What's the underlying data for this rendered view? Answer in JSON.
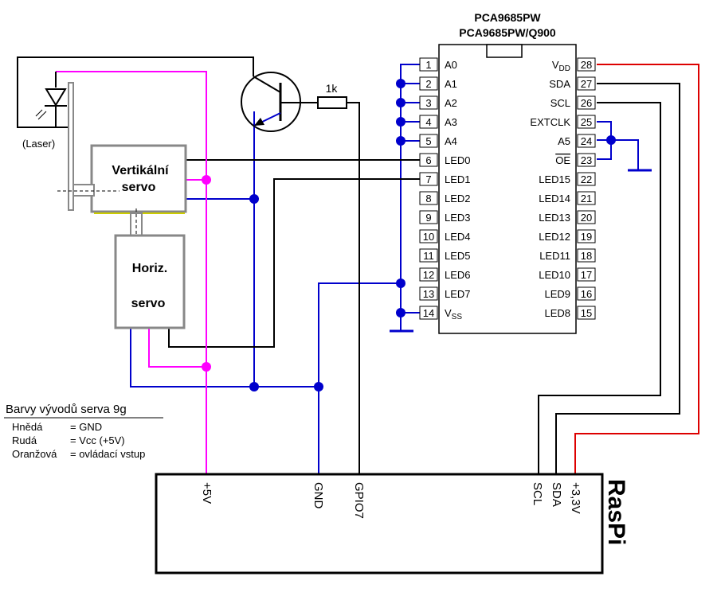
{
  "chip": {
    "title_line1": "PCA9685PW",
    "title_line2": "PCA9685PW/Q900",
    "left_pins": [
      {
        "num": "1",
        "label": "A0"
      },
      {
        "num": "2",
        "label": "A1"
      },
      {
        "num": "3",
        "label": "A2"
      },
      {
        "num": "4",
        "label": "A3"
      },
      {
        "num": "5",
        "label": "A4"
      },
      {
        "num": "6",
        "label": "LED0"
      },
      {
        "num": "7",
        "label": "LED1"
      },
      {
        "num": "8",
        "label": "LED2"
      },
      {
        "num": "9",
        "label": "LED3"
      },
      {
        "num": "10",
        "label": "LED4"
      },
      {
        "num": "11",
        "label": "LED5"
      },
      {
        "num": "12",
        "label": "LED6"
      },
      {
        "num": "13",
        "label": "LED7"
      },
      {
        "num": "14",
        "label": "V",
        "sub": "SS"
      }
    ],
    "right_pins": [
      {
        "num": "28",
        "label": "V",
        "sub": "DD"
      },
      {
        "num": "27",
        "label": "SDA"
      },
      {
        "num": "26",
        "label": "SCL"
      },
      {
        "num": "25",
        "label": "EXTCLK"
      },
      {
        "num": "24",
        "label": "A5"
      },
      {
        "num": "23",
        "label": "OE",
        "overline": true
      },
      {
        "num": "22",
        "label": "LED15"
      },
      {
        "num": "21",
        "label": "LED14"
      },
      {
        "num": "20",
        "label": "LED13"
      },
      {
        "num": "19",
        "label": "LED12"
      },
      {
        "num": "18",
        "label": "LED11"
      },
      {
        "num": "17",
        "label": "LED10"
      },
      {
        "num": "16",
        "label": "LED9"
      },
      {
        "num": "15",
        "label": "LED8"
      }
    ]
  },
  "servo_vertical": {
    "line1": "Vertikální",
    "line2": "servo"
  },
  "servo_horizontal": {
    "line1": "Horiz.",
    "line2": "servo"
  },
  "laser_label": "(Laser)",
  "resistor_label": "1k",
  "legend": {
    "title": "Barvy vývodů serva 9g",
    "rows": [
      {
        "name": "Hnědá",
        "desc": "= GND"
      },
      {
        "name": "Rudá",
        "desc": "= Vcc (+5V)"
      },
      {
        "name": "Oranžová",
        "desc": "= ovládací vstup"
      }
    ]
  },
  "raspi": {
    "title": "RasPi",
    "pins": [
      "+5V",
      "GND",
      "GPIO7",
      "SCL",
      "SDA",
      "+3,3V"
    ]
  },
  "colors": {
    "wire_black": "#000000",
    "wire_blue": "#0000cc",
    "wire_magenta": "#ff00ff",
    "wire_red": "#dd0000",
    "box_gray": "#888888",
    "yellow_accent": "#cccc00"
  }
}
